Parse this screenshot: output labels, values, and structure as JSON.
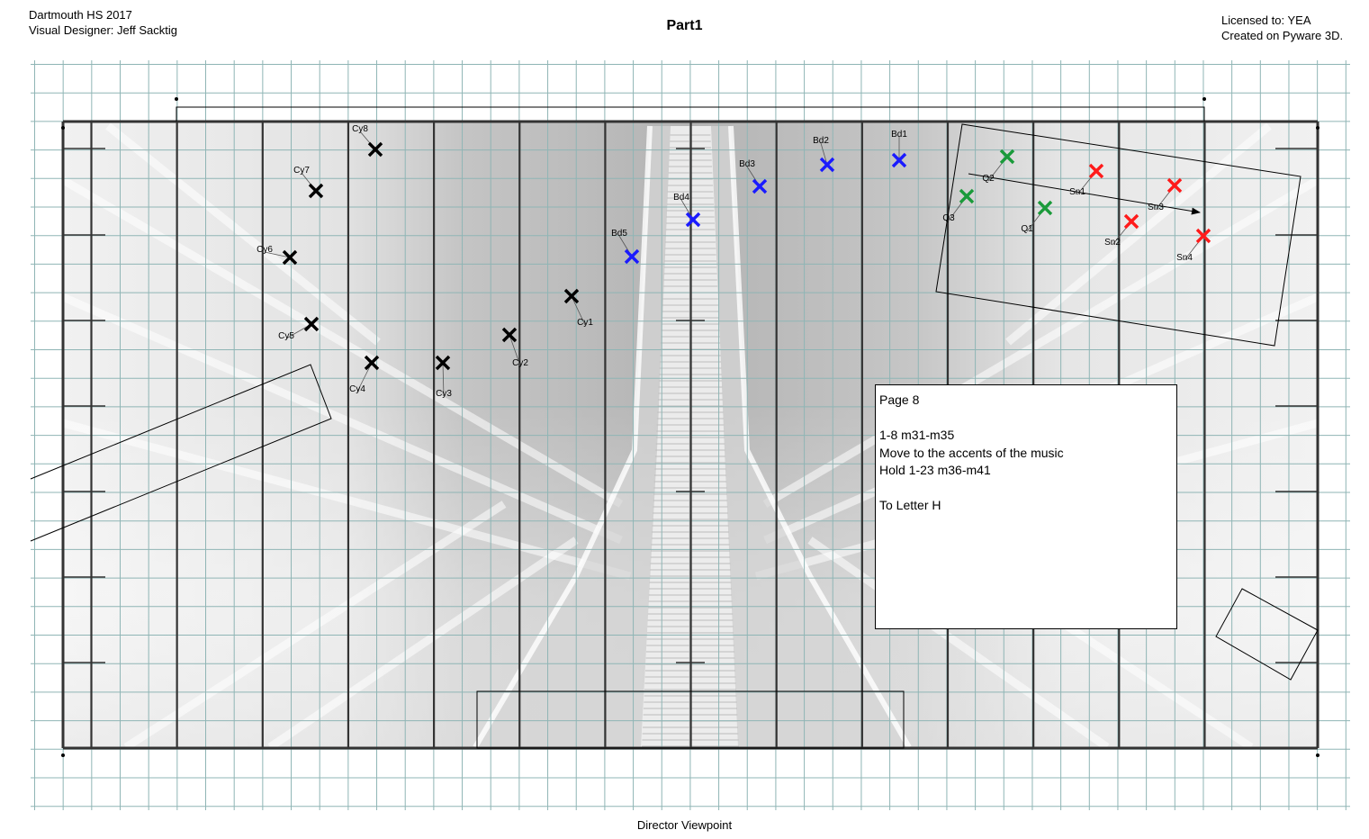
{
  "header": {
    "left_line1": "Dartmouth HS 2017",
    "left_line2": "Visual Designer:  Jeff Sacktig",
    "title": "Part1",
    "right_line1": "Licensed to: YEA",
    "right_line2": "Created on Pyware 3D."
  },
  "footer": {
    "viewpoint": "Director Viewpoint"
  },
  "note": {
    "page": "Page 8",
    "line1": "1-8 m31-m35",
    "line2": "Move to the accents of the music",
    "line3": "Hold 1-23 m36-m41",
    "line4": "To Letter H"
  },
  "colors": {
    "cymbals": "#000000",
    "bass_drums": "#1a1aff",
    "quads": "#1a9a3a",
    "snares": "#ff1a1a",
    "grid": "#8fb5b5"
  },
  "performers": [
    {
      "id": "Cy1",
      "section": "cymbals"
    },
    {
      "id": "Cy2",
      "section": "cymbals"
    },
    {
      "id": "Cy3",
      "section": "cymbals"
    },
    {
      "id": "Cy4",
      "section": "cymbals"
    },
    {
      "id": "Cy5",
      "section": "cymbals"
    },
    {
      "id": "Cy6",
      "section": "cymbals"
    },
    {
      "id": "Cy7",
      "section": "cymbals"
    },
    {
      "id": "Cy8",
      "section": "cymbals"
    },
    {
      "id": "Bd1",
      "section": "bass_drums"
    },
    {
      "id": "Bd2",
      "section": "bass_drums"
    },
    {
      "id": "Bd3",
      "section": "bass_drums"
    },
    {
      "id": "Bd4",
      "section": "bass_drums"
    },
    {
      "id": "Bd5",
      "section": "bass_drums"
    },
    {
      "id": "Q1",
      "section": "quads"
    },
    {
      "id": "Q2",
      "section": "quads"
    },
    {
      "id": "Q3",
      "section": "quads"
    },
    {
      "id": "Sn1",
      "section": "snares"
    },
    {
      "id": "Sn2",
      "section": "snares"
    },
    {
      "id": "Sn3",
      "section": "snares"
    },
    {
      "id": "Sn4",
      "section": "snares"
    }
  ]
}
